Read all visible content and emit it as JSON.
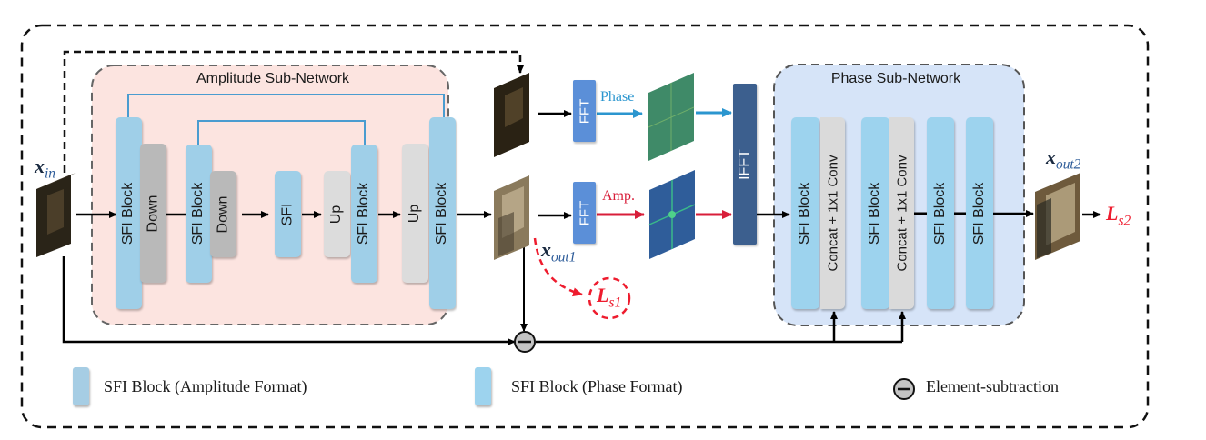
{
  "amplitude_subnet": {
    "title": "Amplitude Sub-Network",
    "blocks": [
      {
        "type": "sfi",
        "label": "SFI Block"
      },
      {
        "type": "down",
        "label": "Down"
      },
      {
        "type": "sfi",
        "label": "SFI Block"
      },
      {
        "type": "down",
        "label": "Down"
      },
      {
        "type": "sfi",
        "label": "SFI"
      },
      {
        "type": "up",
        "label": "Up"
      },
      {
        "type": "sfi",
        "label": "SFI Block"
      },
      {
        "type": "up",
        "label": "Up"
      },
      {
        "type": "sfi",
        "label": "SFI Block"
      }
    ]
  },
  "phase_subnet": {
    "title": "Phase Sub-Network",
    "blocks": [
      {
        "type": "sfi",
        "label": "SFI Block"
      },
      {
        "type": "concat",
        "label": "Concat + 1x1 Conv"
      },
      {
        "type": "sfi",
        "label": "SFI Block"
      },
      {
        "type": "concat",
        "label": "Concat + 1x1 Conv"
      },
      {
        "type": "sfi",
        "label": "SFI Block"
      },
      {
        "type": "sfi",
        "label": "SFI Block"
      }
    ]
  },
  "fft": {
    "top_label": "FFT",
    "bottom_label": "FFT",
    "ifft_label": "IFFT",
    "phase_label": "Phase",
    "amp_label": "Amp."
  },
  "variables": {
    "x_in": {
      "base": "x",
      "sub": "in"
    },
    "x_out1": {
      "base": "x",
      "sub": "out1"
    },
    "x_out2": {
      "base": "x",
      "sub": "out2"
    },
    "l_s1": {
      "base": "L",
      "sub": "s1"
    },
    "l_s2": {
      "base": "L",
      "sub": "s2"
    }
  },
  "legend": {
    "amp_format": "SFI Block (Amplitude Format)",
    "phase_format": "SFI Block (Phase Format)",
    "subtraction": "Element-subtraction"
  },
  "colors": {
    "amp_subnet_bg": "#fce4e0",
    "phase_subnet_bg": "#d6e4f8",
    "phase_arrow": "#2b96cf",
    "amp_arrow": "#d81e3a",
    "loss_red": "#ee1c2e"
  }
}
